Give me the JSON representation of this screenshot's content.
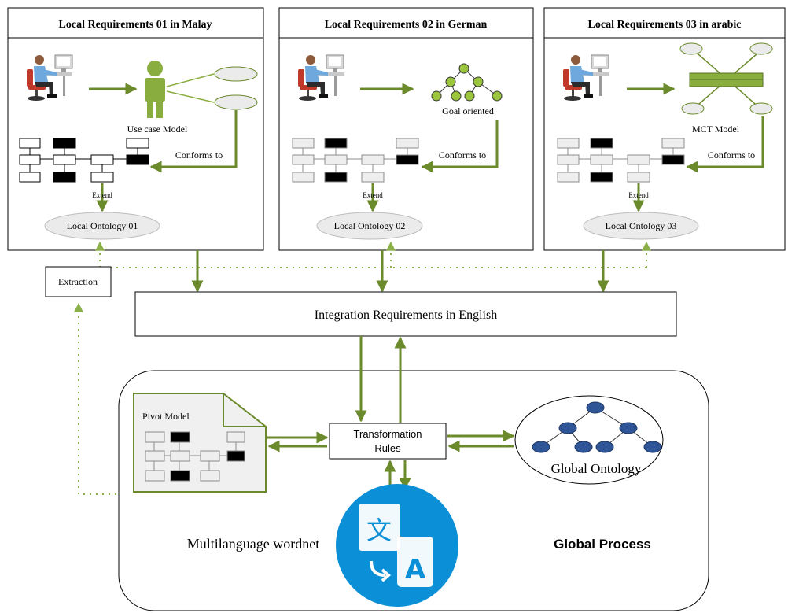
{
  "colors": {
    "arrow": "#6b8a2b",
    "dotted": "#8bb04a",
    "person_body": "#8aad3f",
    "goal_node": "#9bc53d",
    "mct_bar": "#8aad3f",
    "global_node": "#2f5597",
    "ellipse_fill": "#ebebeb",
    "pivot_fill": "#f0f0f0",
    "translate_blue": "#0b8fd6"
  },
  "panels": [
    {
      "title": "Local Requirements 01 in Malay",
      "model_label": "Use case Model",
      "model_icon": "person-icon",
      "conforms_label": "Conforms to",
      "extend_label": "Extend",
      "ontology_label": "Local Ontology 01",
      "diagram_style": "black-white"
    },
    {
      "title": "Local Requirements 02 in German",
      "model_label": "Goal oriented",
      "model_icon": "tree-icon",
      "conforms_label": "Conforms to",
      "extend_label": "Extend",
      "ontology_label": "Local Ontology 02",
      "diagram_style": "grey-black"
    },
    {
      "title": "Local Requirements 03 in arabic",
      "model_label": "MCT Model",
      "model_icon": "mct-icon",
      "conforms_label": "Conforms to",
      "extend_label": "Extend",
      "ontology_label": "Local Ontology 03",
      "diagram_style": "grey-black"
    }
  ],
  "extraction": {
    "label": "Extraction"
  },
  "integration": {
    "label": "Integration Requirements in English"
  },
  "global": {
    "pivot_label": "Pivot Model",
    "transformation_label": [
      "Transformation",
      "Rules"
    ],
    "ontology_label": "Global Ontology",
    "wordnet_label": "Multilanguage wordnet",
    "process_label": "Global Process",
    "translate_icon": "translate-icon"
  }
}
